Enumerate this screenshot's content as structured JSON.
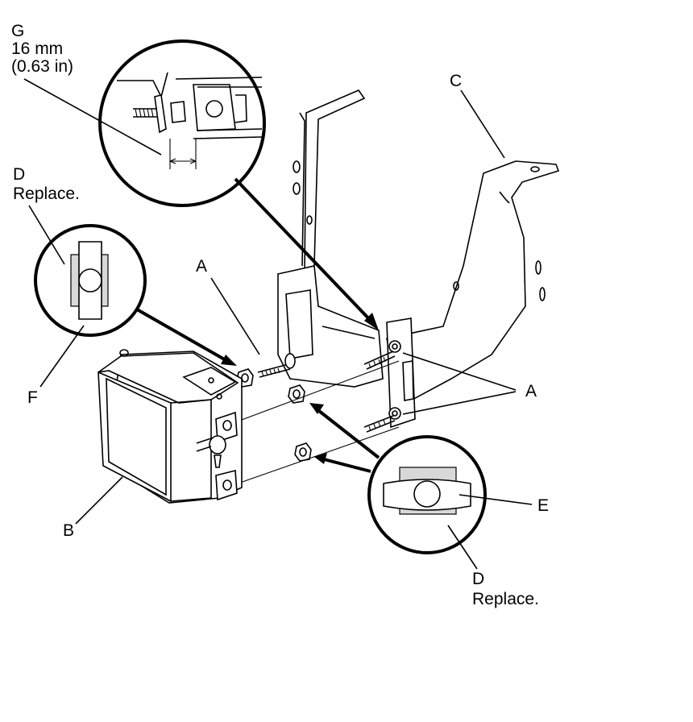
{
  "labels": {
    "g_letter": "G",
    "g_mm": "16 mm",
    "g_in": "(0.63 in)",
    "d_top_letter": "D",
    "d_top_note": "Replace.",
    "a_top": "A",
    "c": "C",
    "a_right": "A",
    "f": "F",
    "b": "B",
    "e": "E",
    "d_bottom_letter": "D",
    "d_bottom_note": "Replace."
  }
}
